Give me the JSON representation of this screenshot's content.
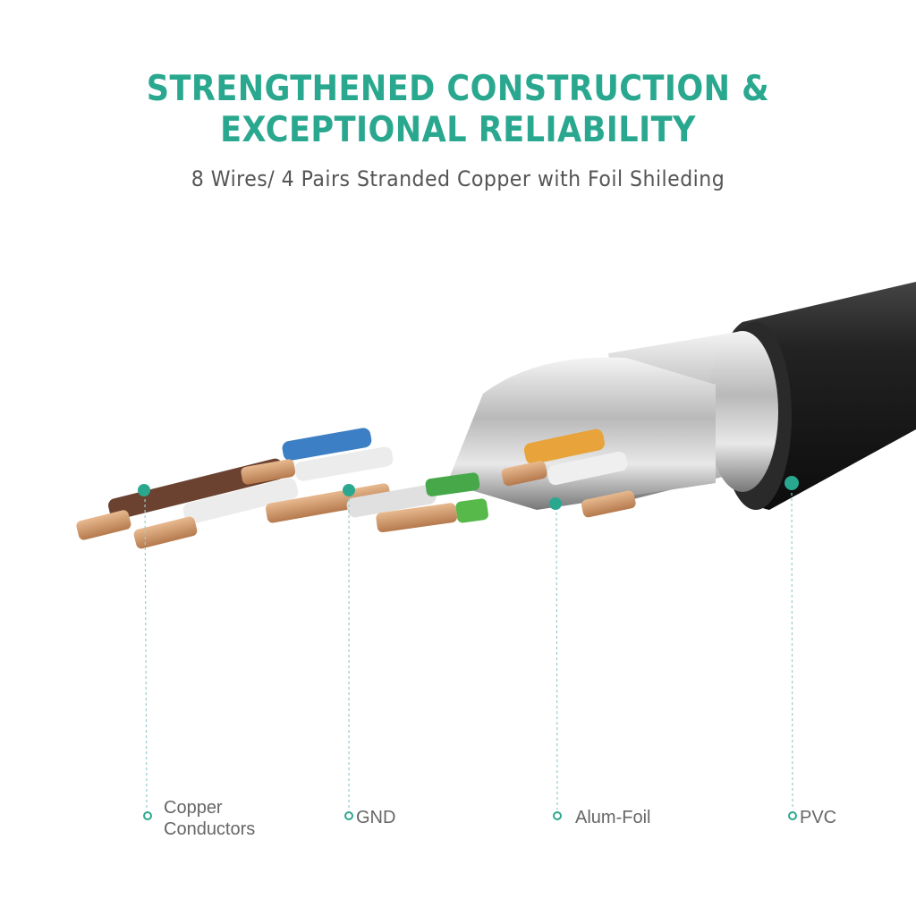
{
  "header": {
    "title_line1": "STRENGTHENED CONSTRUCTION &",
    "title_line2": "EXCEPTIONAL RELIABILITY",
    "subtitle": "8 Wires/ 4 Pairs Stranded Copper with Foil Shileding"
  },
  "callouts": [
    {
      "line1": "Copper",
      "line2": "Conductors"
    },
    {
      "label": "GND"
    },
    {
      "label": "Alum-Foil"
    },
    {
      "label": "PVC"
    }
  ],
  "colors": {
    "accent": "#2aa88f",
    "text": "#666666",
    "jacket": "#1e1e1e"
  }
}
